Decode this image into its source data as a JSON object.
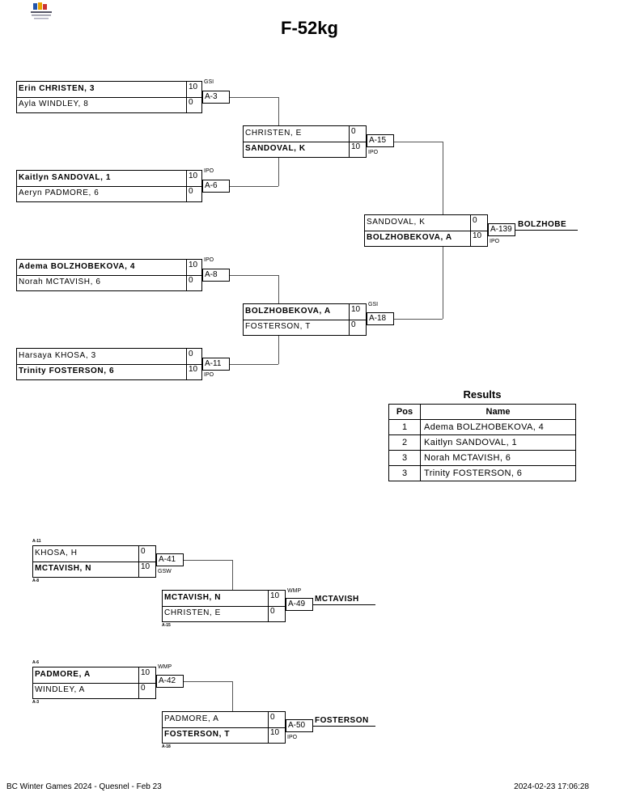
{
  "title": "F-52kg",
  "bracket": {
    "r1": [
      {
        "top_name": "Erin CHRISTEN, 3",
        "top_score": "10",
        "bottom_name": "Ayla WINDLEY, 8",
        "bottom_score": "0",
        "match": "A-3",
        "win": "GSI"
      },
      {
        "top_name": "Kaitlyn SANDOVAL, 1",
        "top_score": "10",
        "bottom_name": "Aeryn PADMORE, 6",
        "bottom_score": "0",
        "match": "A-6",
        "win": "IPO"
      },
      {
        "top_name": "Adema BOLZHOBEKOVA, 4",
        "top_score": "10",
        "bottom_name": "Norah MCTAVISH, 6",
        "bottom_score": "0",
        "match": "A-8",
        "win": "IPO"
      },
      {
        "top_name": "Harsaya KHOSA, 3",
        "top_score": "0",
        "bottom_name": "Trinity FOSTERSON, 6",
        "bottom_score": "10",
        "match": "A-11",
        "win": "IPO"
      }
    ],
    "r2": [
      {
        "top_name": "CHRISTEN, E",
        "top_score": "0",
        "bottom_name": "SANDOVAL, K",
        "bottom_score": "10",
        "match": "A-15",
        "win": "IPO"
      },
      {
        "top_name": "BOLZHOBEKOVA, A",
        "top_score": "10",
        "bottom_name": "FOSTERSON, T",
        "bottom_score": "0",
        "match": "A-18",
        "win": "GSI"
      }
    ],
    "final": {
      "top_name": "SANDOVAL, K",
      "top_score": "0",
      "bottom_name": "BOLZHOBEKOVA, A",
      "bottom_score": "10",
      "match": "A-139",
      "win": "IPO",
      "winner": "BOLZHOBE"
    }
  },
  "results": {
    "title": "Results",
    "headers": [
      "Pos",
      "Name"
    ],
    "rows": [
      {
        "pos": "1",
        "name": "Adema BOLZHOBEKOVA, 4"
      },
      {
        "pos": "2",
        "name": "Kaitlyn SANDOVAL, 1"
      },
      {
        "pos": "3",
        "name": "Norah MCTAVISH, 6"
      },
      {
        "pos": "3",
        "name": "Trinity FOSTERSON, 6"
      }
    ]
  },
  "repechage": {
    "rep1": {
      "top_from": "A-11",
      "top_name": "KHOSA, H",
      "top_score": "0",
      "bottom_from": "A-8",
      "bottom_name": "MCTAVISH, N",
      "bottom_score": "10",
      "match": "A-41",
      "win": "GSW"
    },
    "bronze1": {
      "top_name": "MCTAVISH, N",
      "top_score": "10",
      "bottom_name": "CHRISTEN, E",
      "bottom_score": "0",
      "bottom_from": "A-15",
      "match": "A-49",
      "win": "WMP",
      "winner": "MCTAVISH"
    },
    "rep2": {
      "top_from": "A-6",
      "top_name": "PADMORE, A",
      "top_score": "10",
      "bottom_from": "A-3",
      "bottom_name": "WINDLEY, A",
      "bottom_score": "0",
      "match": "A-42",
      "win": "WMP"
    },
    "bronze2": {
      "top_name": "PADMORE, A",
      "top_score": "0",
      "bottom_name": "FOSTERSON, T",
      "bottom_score": "10",
      "bottom_from": "A-18",
      "match": "A-50",
      "win": "IPO",
      "winner": "FOSTERSON"
    }
  },
  "footer": {
    "left": "BC Winter Games 2024 - Quesnel - Feb 23",
    "right": "2024-02-23 17:06:28"
  }
}
